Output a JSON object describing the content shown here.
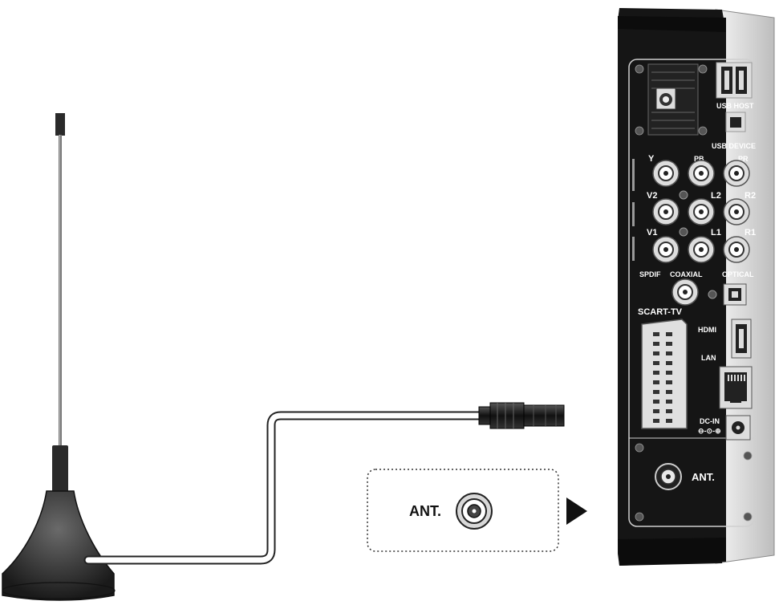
{
  "labels": {
    "usb_host": "USB HOST",
    "usb_device": "USB DEVICE",
    "y": "Y",
    "pb": "PB",
    "pr": "PR",
    "v2": "V2",
    "l2": "L2",
    "r2": "R2",
    "v1": "V1",
    "l1": "L1",
    "r1": "R1",
    "spdif": "SPDIF",
    "coaxial": "COAXIAL",
    "optical": "OPTICAL",
    "scart_tv": "SCART-TV",
    "hdmi": "HDMI",
    "lan": "LAN",
    "dc_in": "DC-IN",
    "ant_panel": "ANT.",
    "ant_callout": "ANT."
  },
  "colors": {
    "device_body": "#151515",
    "panel_outline": "#cfcfcf",
    "antenna_base": "#3a3a3a",
    "cable": "#ffffff",
    "connector": "#111111"
  }
}
